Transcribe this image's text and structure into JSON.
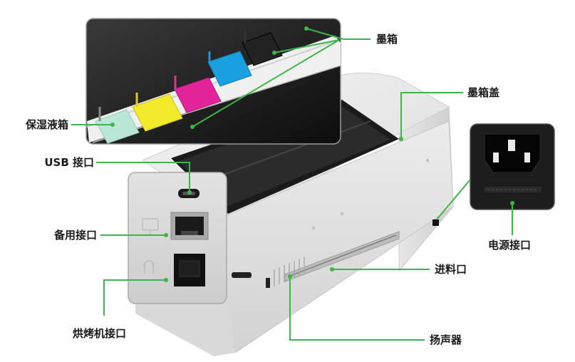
{
  "labels": {
    "ink_cartridge": "墨箱",
    "ink_cover": "墨箱盖",
    "moist_box": "保湿液箱",
    "usb_port": "USB 接口",
    "backup_port": "备用接口",
    "power_port": "电源接口",
    "feed_slot": "进料口",
    "dryer_port": "烘烤机接口",
    "speaker": "扬声器"
  },
  "colors": {
    "leader_line": "#3cb54a",
    "cartridge_mint": "#b9e6d6",
    "cartridge_yellow": "#f2ea2a",
    "cartridge_magenta": "#e2239a",
    "cartridge_cyan": "#1aa0e0",
    "cartridge_black": "#222222"
  },
  "icons": [
    "usb-c-port-icon",
    "ethernet-port-icon",
    "dryer-port-icon",
    "computer-icon",
    "power-socket-icon"
  ]
}
